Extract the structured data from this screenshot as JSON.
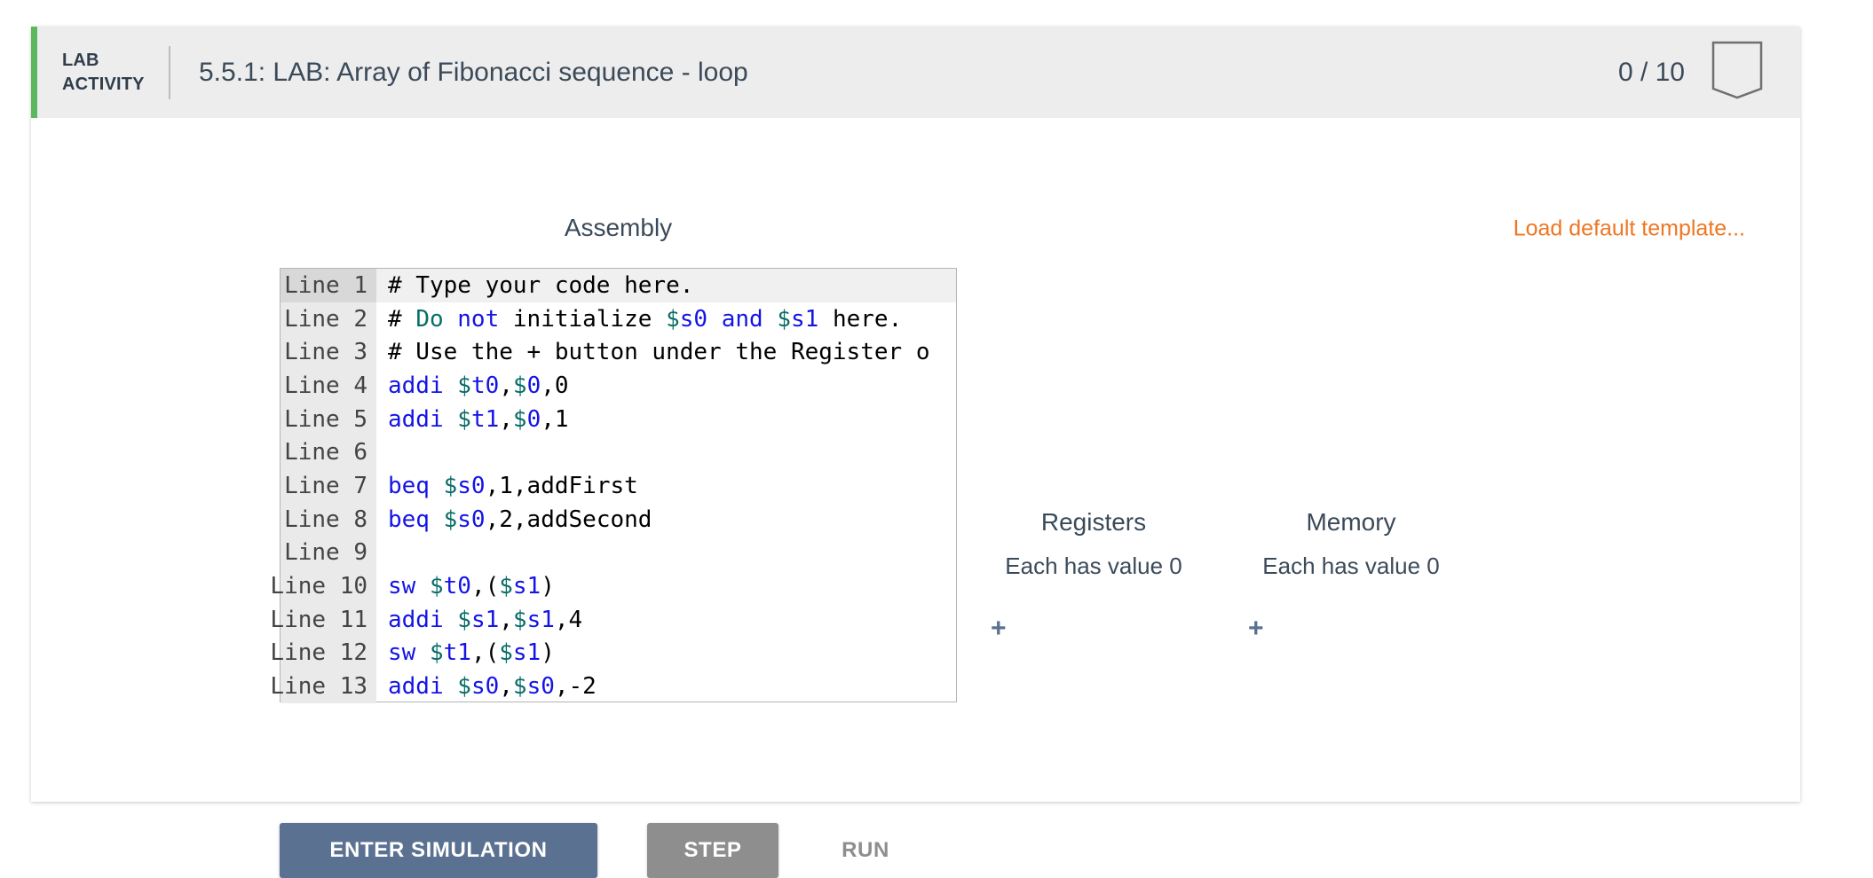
{
  "header": {
    "activity_tag_line1": "LAB",
    "activity_tag_line2": "ACTIVITY",
    "title": "5.5.1: LAB: Array of Fibonacci sequence - loop",
    "score": "0 / 10",
    "bookmark_icon": "bookmark-icon",
    "accent_color": "#5cb85c",
    "background": "#ededed"
  },
  "toolbar": {
    "load_template_label": "Load default template...",
    "link_color": "#ef7622"
  },
  "editor": {
    "panel_label": "Assembly",
    "line_prefix": "Line",
    "active_line": 1,
    "lines": [
      {
        "n": "Line 1",
        "tokens": [
          {
            "t": "# Type your code here.",
            "c": "txt"
          }
        ]
      },
      {
        "n": "Line 2",
        "tokens": [
          {
            "t": "# ",
            "c": "txt"
          },
          {
            "t": "Do",
            "c": "reg"
          },
          {
            "t": " ",
            "c": "txt"
          },
          {
            "t": "not",
            "c": "kw"
          },
          {
            "t": " initialize ",
            "c": "txt"
          },
          {
            "t": "$",
            "c": "reg"
          },
          {
            "t": "s0",
            "c": "regn"
          },
          {
            "t": " ",
            "c": "txt"
          },
          {
            "t": "and",
            "c": "kw"
          },
          {
            "t": " ",
            "c": "txt"
          },
          {
            "t": "$",
            "c": "reg"
          },
          {
            "t": "s1",
            "c": "regn"
          },
          {
            "t": " here.",
            "c": "txt"
          }
        ]
      },
      {
        "n": "Line 3",
        "tokens": [
          {
            "t": "# Use the + button under the Register ",
            "c": "txt"
          },
          {
            "t": "o",
            "c": "txt"
          }
        ]
      },
      {
        "n": "Line 4",
        "tokens": [
          {
            "t": "addi",
            "c": "kw"
          },
          {
            "t": " ",
            "c": "txt"
          },
          {
            "t": "$",
            "c": "reg"
          },
          {
            "t": "t0",
            "c": "regn"
          },
          {
            "t": ",",
            "c": "txt"
          },
          {
            "t": "$",
            "c": "reg"
          },
          {
            "t": "0",
            "c": "regn"
          },
          {
            "t": ",0",
            "c": "txt"
          }
        ]
      },
      {
        "n": "Line 5",
        "tokens": [
          {
            "t": "addi",
            "c": "kw"
          },
          {
            "t": " ",
            "c": "txt"
          },
          {
            "t": "$",
            "c": "reg"
          },
          {
            "t": "t1",
            "c": "regn"
          },
          {
            "t": ",",
            "c": "txt"
          },
          {
            "t": "$",
            "c": "reg"
          },
          {
            "t": "0",
            "c": "regn"
          },
          {
            "t": ",1",
            "c": "txt"
          }
        ]
      },
      {
        "n": "Line 6",
        "tokens": []
      },
      {
        "n": "Line 7",
        "tokens": [
          {
            "t": "beq",
            "c": "kw"
          },
          {
            "t": " ",
            "c": "txt"
          },
          {
            "t": "$",
            "c": "reg"
          },
          {
            "t": "s0",
            "c": "regn"
          },
          {
            "t": ",1,addFirst",
            "c": "txt"
          }
        ]
      },
      {
        "n": "Line 8",
        "tokens": [
          {
            "t": "beq",
            "c": "kw"
          },
          {
            "t": " ",
            "c": "txt"
          },
          {
            "t": "$",
            "c": "reg"
          },
          {
            "t": "s0",
            "c": "regn"
          },
          {
            "t": ",2,addSecond",
            "c": "txt"
          }
        ]
      },
      {
        "n": "Line 9",
        "tokens": []
      },
      {
        "n": "Line 10",
        "tokens": [
          {
            "t": "sw",
            "c": "kw"
          },
          {
            "t": " ",
            "c": "txt"
          },
          {
            "t": "$",
            "c": "reg"
          },
          {
            "t": "t0",
            "c": "regn"
          },
          {
            "t": ",(",
            "c": "txt"
          },
          {
            "t": "$",
            "c": "reg"
          },
          {
            "t": "s1",
            "c": "regn"
          },
          {
            "t": ")",
            "c": "txt"
          }
        ]
      },
      {
        "n": "Line 11",
        "tokens": [
          {
            "t": "addi",
            "c": "kw"
          },
          {
            "t": " ",
            "c": "txt"
          },
          {
            "t": "$",
            "c": "reg"
          },
          {
            "t": "s1",
            "c": "regn"
          },
          {
            "t": ",",
            "c": "txt"
          },
          {
            "t": "$",
            "c": "reg"
          },
          {
            "t": "s1",
            "c": "regn"
          },
          {
            "t": ",4",
            "c": "txt"
          }
        ]
      },
      {
        "n": "Line 12",
        "tokens": [
          {
            "t": "sw",
            "c": "kw"
          },
          {
            "t": " ",
            "c": "txt"
          },
          {
            "t": "$",
            "c": "reg"
          },
          {
            "t": "t1",
            "c": "regn"
          },
          {
            "t": ",(",
            "c": "txt"
          },
          {
            "t": "$",
            "c": "reg"
          },
          {
            "t": "s1",
            "c": "regn"
          },
          {
            "t": ")",
            "c": "txt"
          }
        ]
      },
      {
        "n": "Line 13",
        "tokens": [
          {
            "t": "addi",
            "c": "kw"
          },
          {
            "t": " ",
            "c": "txt"
          },
          {
            "t": "$",
            "c": "reg"
          },
          {
            "t": "s0",
            "c": "regn"
          },
          {
            "t": ",",
            "c": "txt"
          },
          {
            "t": "$",
            "c": "reg"
          },
          {
            "t": "s0",
            "c": "regn"
          },
          {
            "t": ",-2",
            "c": "txt"
          }
        ]
      }
    ]
  },
  "controls": {
    "enter_simulation_label": "ENTER SIMULATION",
    "step_label": "STEP",
    "run_label": "RUN",
    "primary_color": "#5b7192",
    "disabled_color": "#8e8e8e"
  },
  "state": {
    "registers": {
      "title": "Registers",
      "subtitle": "Each has value 0",
      "add_label": "+"
    },
    "memory": {
      "title": "Memory",
      "subtitle": "Each has value 0",
      "add_label": "+"
    }
  }
}
